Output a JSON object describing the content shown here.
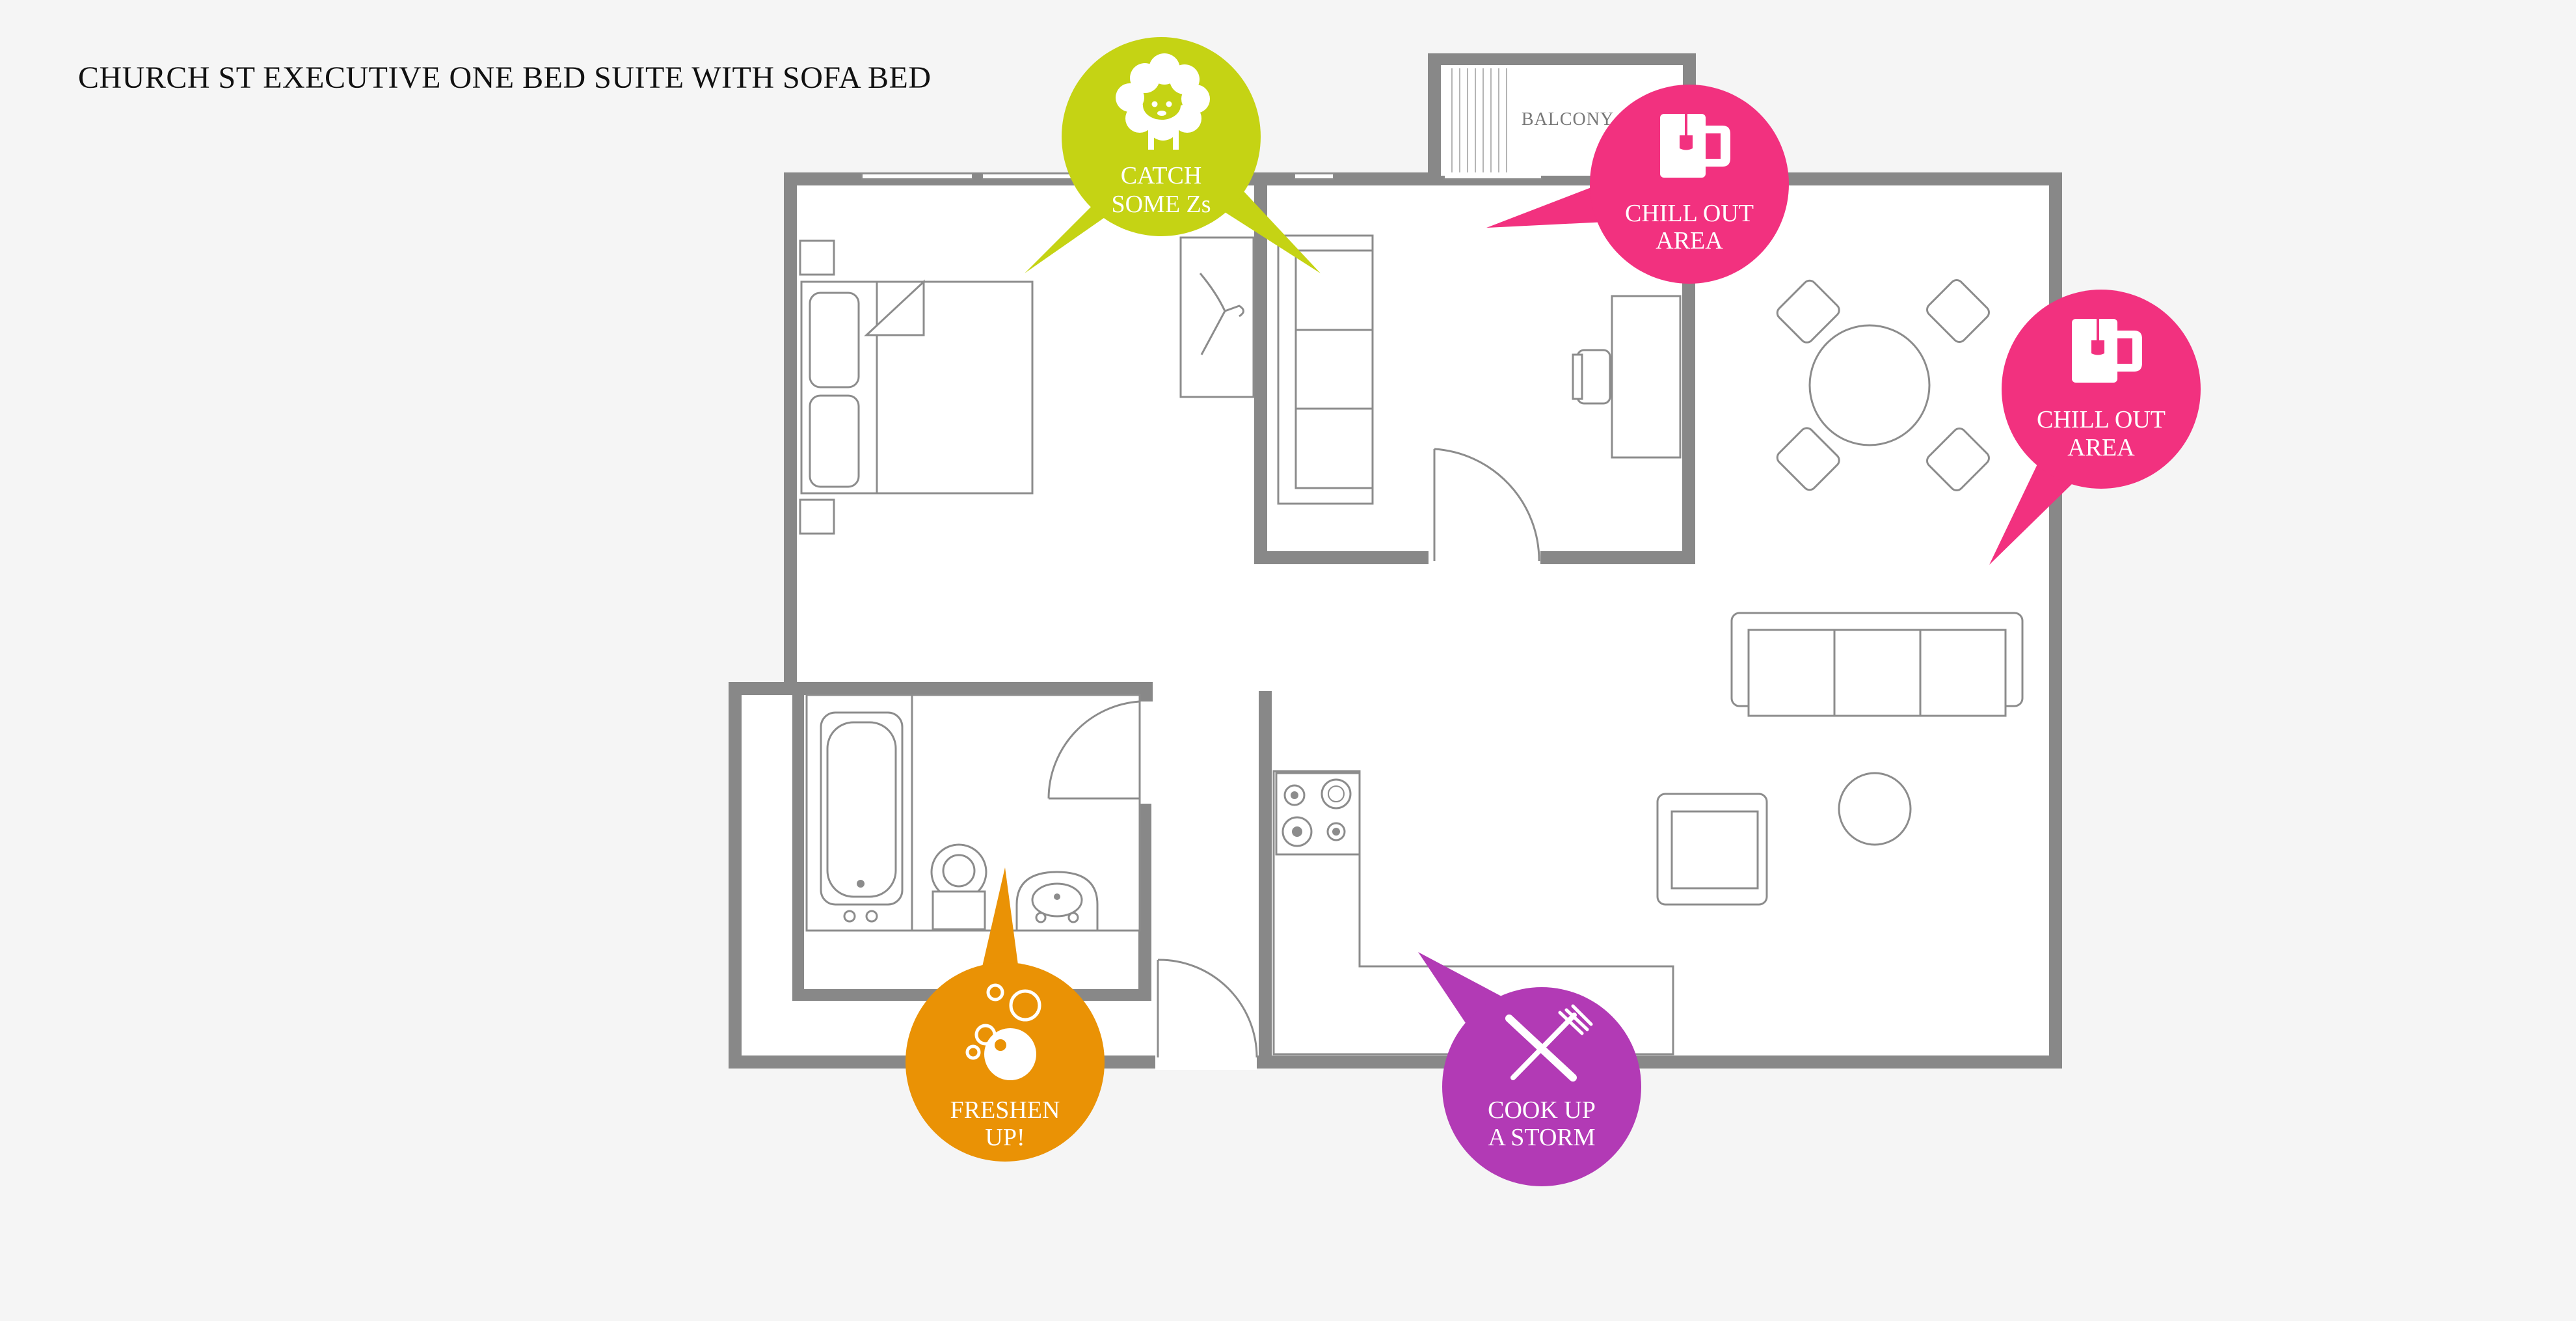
{
  "title": "CHURCH ST EXECUTIVE ONE BED SUITE WITH SOFA BED",
  "rooms": {
    "balcony": "BALCONY"
  },
  "callouts": [
    {
      "id": "sleep",
      "line1": "CATCH",
      "line2": "SOME Zs",
      "color": "#c5d314",
      "icon": "sheep-icon"
    },
    {
      "id": "chill-1",
      "line1": "CHILL OUT",
      "line2": "AREA",
      "color": "#f2317f",
      "icon": "mug-icon"
    },
    {
      "id": "chill-2",
      "line1": "CHILL OUT",
      "line2": "AREA",
      "color": "#f2317f",
      "icon": "mug-icon"
    },
    {
      "id": "freshen",
      "line1": "FRESHEN",
      "line2": "UP!",
      "color": "#ea9205",
      "icon": "bubbles-icon"
    },
    {
      "id": "cook",
      "line1": "COOK UP",
      "line2": "A STORM",
      "color": "#b23ab5",
      "icon": "fork-knife-icon"
    }
  ]
}
